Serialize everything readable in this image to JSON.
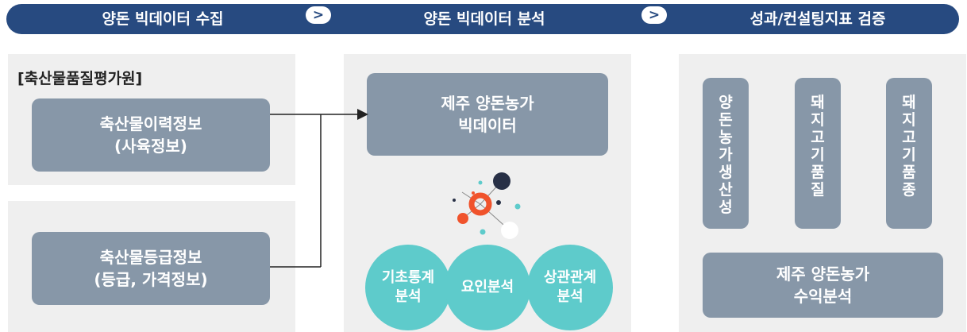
{
  "header": {
    "stage1": "양돈 빅데이터 수집",
    "stage2": "양돈 빅데이터 분석",
    "stage3": "성과/컨설팅지표 검증",
    "chevron": ">"
  },
  "collect": {
    "source_label": "[축산물품질평가원]",
    "box1": {
      "line1": "축산물이력정보",
      "line2": "(사육정보)"
    },
    "box2": {
      "line1": "축산물등급정보",
      "line2": "(등급, 가격정보)"
    }
  },
  "analysis": {
    "bigdata_box": {
      "line1": "제주 양돈농가",
      "line2": "빅데이터"
    },
    "icon": "network-molecule-icon",
    "circles": [
      {
        "line1": "기초통계",
        "line2": "분석"
      },
      {
        "line1": "요인분석",
        "line2": ""
      },
      {
        "line1": "상관관계",
        "line2": "분석"
      }
    ]
  },
  "verify": {
    "pillars": [
      "양돈농가생산성",
      "돼지고기품질",
      "돼지고기품종"
    ],
    "bottom_box": {
      "line1": "제주 양돈농가",
      "line2": "수익분석"
    }
  },
  "colors": {
    "banner": "#274a80",
    "box": "#8797a8",
    "panel": "#efefef",
    "circle": "#5ecbcb",
    "accent_orange": "#f0532c",
    "dark_dot": "#283046"
  }
}
